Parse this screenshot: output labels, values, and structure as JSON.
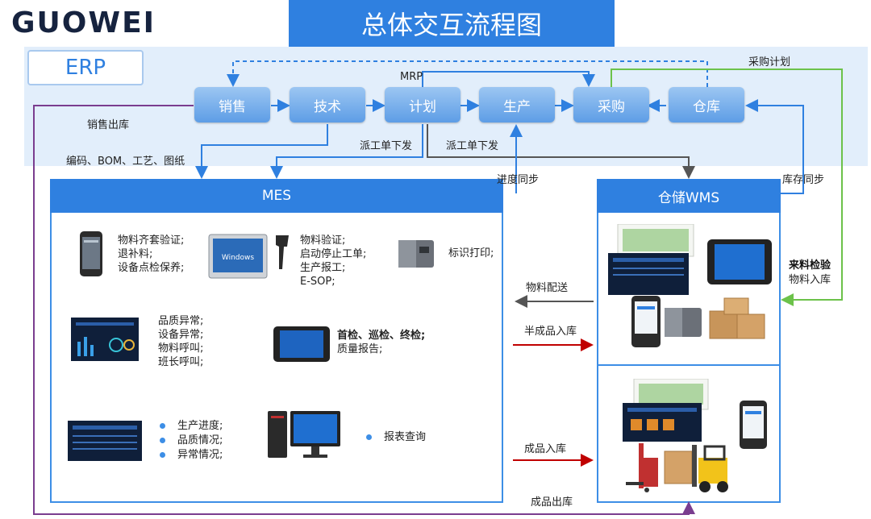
{
  "header": {
    "logo_text": "GUOWEI",
    "title": "总体交互流程图"
  },
  "erp": {
    "label": "ERP"
  },
  "nodes": {
    "sales": "销售",
    "tech": "技术",
    "plan": "计划",
    "production": "生产",
    "purchase": "采购",
    "warehouse": "仓库"
  },
  "flow_labels": {
    "mrp": "MRP",
    "purchase_plan": "采购计划",
    "sales_out": "销售出库",
    "tech_data": "编码、BOM、工艺、图纸",
    "dispatch_mes": "派工单下发",
    "dispatch_wms": "派工单下发",
    "progress_sync": "进度同步",
    "inventory_sync": "库存同步",
    "incoming_check": "来料检验",
    "material_in": "物料入库",
    "material_delivery": "物料配送",
    "semi_in": "半成品入库",
    "finished_in": "成品入库",
    "finished_out": "成品出库"
  },
  "mes": {
    "title": "MES",
    "group1": [
      "物料齐套验证;",
      "退补料;",
      "设备点检保养;"
    ],
    "group2": [
      "物料验证;",
      "启动停止工单;",
      "生产报工;",
      "E-SOP;"
    ],
    "group3": "标识打印;",
    "group4": [
      "品质异常;",
      "设备异常;",
      "物料呼叫;",
      "班长呼叫;"
    ],
    "group5_bold": "首检、巡检、终检;",
    "group5": "质量报告;",
    "group6": [
      "生产进度;",
      "品质情况;",
      "异常情况;"
    ],
    "group7": "报表查询",
    "monitor_os": "Windows"
  },
  "wms": {
    "title": "仓储WMS"
  },
  "colors": {
    "accent": "#2f80e0",
    "flow_gray": "#555555",
    "flow_red": "#c00000",
    "flow_green": "#6cc24a",
    "flow_purple": "#7a3d8f"
  }
}
